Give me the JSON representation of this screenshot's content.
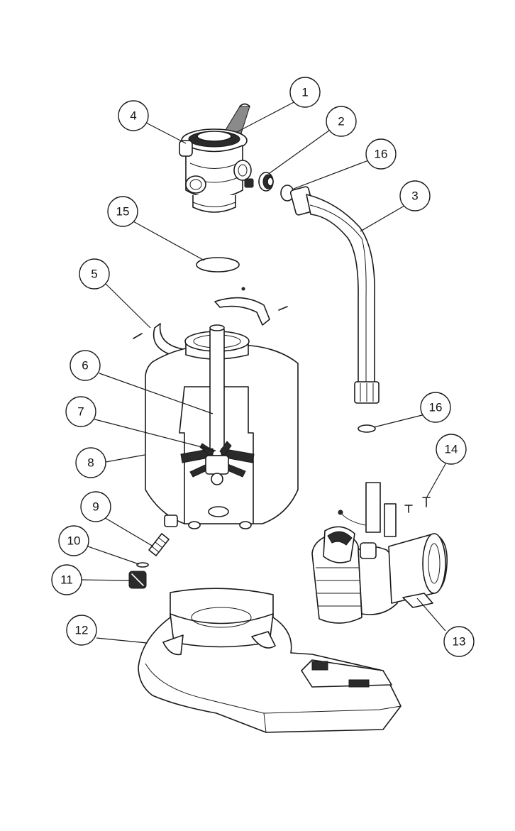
{
  "callouts": [
    {
      "id": "c1",
      "label": "1"
    },
    {
      "id": "c2",
      "label": "2"
    },
    {
      "id": "c16a",
      "label": "16"
    },
    {
      "id": "c3",
      "label": "3"
    },
    {
      "id": "c4",
      "label": "4"
    },
    {
      "id": "c15",
      "label": "15"
    },
    {
      "id": "c5",
      "label": "5"
    },
    {
      "id": "c6",
      "label": "6"
    },
    {
      "id": "c7",
      "label": "7"
    },
    {
      "id": "c8",
      "label": "8"
    },
    {
      "id": "c16b",
      "label": "16"
    },
    {
      "id": "c14",
      "label": "14"
    },
    {
      "id": "c9",
      "label": "9"
    },
    {
      "id": "c10",
      "label": "10"
    },
    {
      "id": "c11",
      "label": "11"
    },
    {
      "id": "c12",
      "label": "12"
    },
    {
      "id": "c13",
      "label": "13"
    }
  ]
}
